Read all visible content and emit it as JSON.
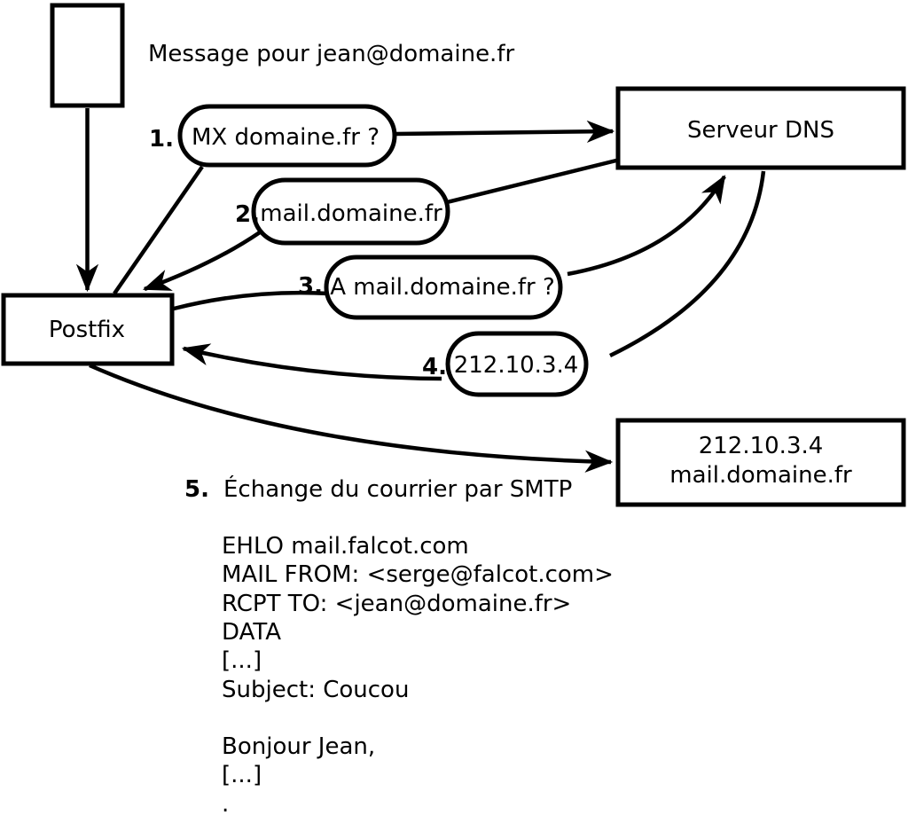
{
  "note": "Message pour jean@domaine.fr",
  "nodes": {
    "postfix": "Postfix",
    "dns": "Serveur DNS",
    "mail_line1": "212.10.3.4",
    "mail_line2": "mail.domaine.fr"
  },
  "steps": [
    {
      "num": "1.",
      "label": "MX domaine.fr ?"
    },
    {
      "num": "2.",
      "label": "mail.domaine.fr"
    },
    {
      "num": "3.",
      "label": "A mail.domaine.fr ?"
    },
    {
      "num": "4.",
      "label": "212.10.3.4"
    },
    {
      "num": "5.",
      "label": "Échange du courrier par SMTP"
    }
  ],
  "smtp": {
    "lines": [
      "EHLO mail.falcot.com",
      "MAIL FROM: <serge@falcot.com>",
      "RCPT TO: <jean@domaine.fr>",
      "DATA",
      "[...]",
      "Subject: Coucou",
      "",
      "Bonjour Jean,",
      "[...]",
      "."
    ]
  },
  "colors": {
    "stroke": "#000000",
    "background": "#ffffff"
  }
}
